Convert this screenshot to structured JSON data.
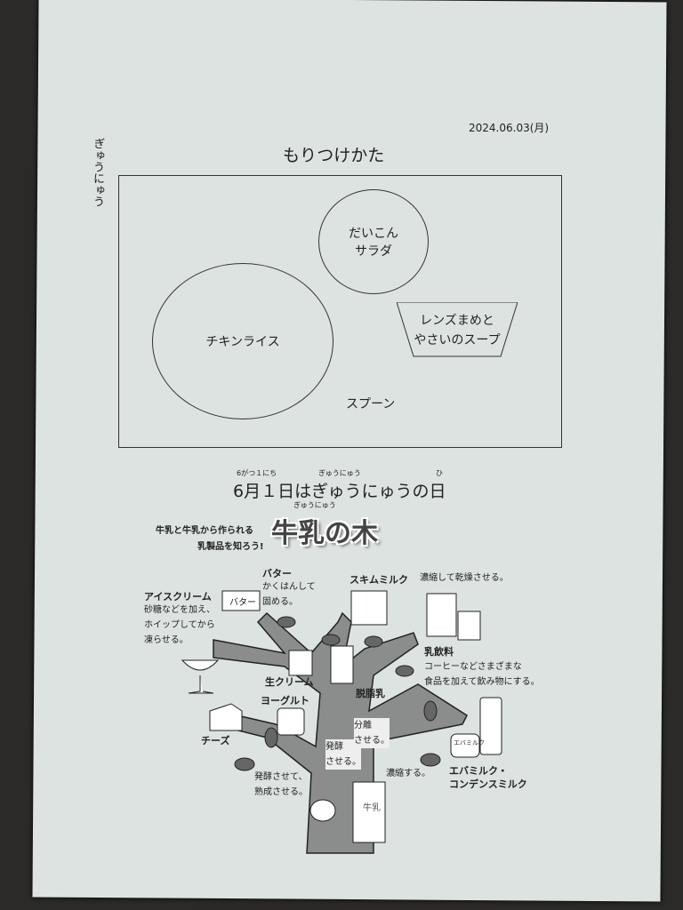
{
  "date": "2024.06.03(月)",
  "side_label": "ぎゅうにゅう",
  "layout_title": "もりつけかた",
  "dishes": {
    "salad": [
      "だいこん",
      "サラダ"
    ],
    "rice": "チキンライス",
    "soup": [
      "レンズまめと",
      "やさいのスープ"
    ],
    "spoon": "スプーン"
  },
  "milk_day": {
    "heading": "6月１日はぎゅうにゅうの日",
    "ruby_date": "6がつ１にち",
    "ruby_milk": "ぎゅうにゅう",
    "ruby_day": "ひ"
  },
  "tree": {
    "title": "牛乳の木",
    "title_ruby": "ぎゅうにゅう",
    "lead": [
      "牛乳と牛乳から作られる",
      "乳製品を知ろう!"
    ],
    "items": {
      "butter": {
        "name": "バター",
        "desc": [
          "かくはんして",
          "固める。"
        ]
      },
      "skim": {
        "name": "スキムミルク",
        "desc": [
          "濃縮して乾燥させる。"
        ]
      },
      "ice": {
        "name": "アイスクリーム",
        "desc": [
          "砂糖などを加え、",
          "ホイップしてから",
          "凍らせる。"
        ]
      },
      "drink": {
        "name": "乳飲料",
        "desc": [
          "コーヒーなどさまざまな",
          "食品を加えて飲み物にする。"
        ]
      },
      "cream": {
        "name": "生クリーム"
      },
      "skimmilk": {
        "name": "脱脂乳"
      },
      "yogurt": {
        "name": "ヨーグルト"
      },
      "cheese": {
        "name": "チーズ",
        "desc": [
          "発酵させて、",
          "熟成させる。"
        ]
      },
      "evap": {
        "name": [
          "エバミルク・",
          "コンデンスミルク"
        ],
        "desc": [
          "濃縮する。"
        ]
      },
      "ferment": [
        "発酵",
        "させる。"
      ],
      "separate": [
        "分離",
        "させる。"
      ],
      "milk_carton": "牛乳",
      "butter_pack": "バター",
      "evap_can": "エバミルク"
    }
  }
}
